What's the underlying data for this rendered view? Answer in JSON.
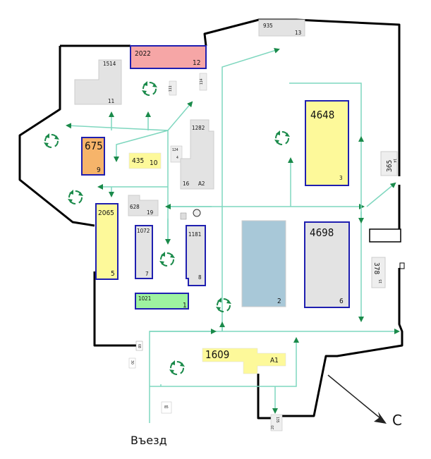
{
  "entry_label": "Въезд",
  "north_label": "С",
  "colors": {
    "boundary": "#000000",
    "route": "#7fd7bf",
    "route_arrow": "#1a8a4a",
    "blue_border": "#1f1fb0",
    "yellow": "#fdf99a",
    "red": "#f6a6a6",
    "orange": "#f6b46a",
    "green": "#9ef2a0",
    "gray": "#e3e3e3",
    "water": "#a8c8d8"
  },
  "buildings": {
    "b12": {
      "area": "2022",
      "number": "12"
    },
    "b11": {
      "area": "1514",
      "number": "11"
    },
    "b13": {
      "area": "935",
      "number": "13"
    },
    "b9": {
      "area": "675",
      "number": "9"
    },
    "b10": {
      "area": "435",
      "number": "10"
    },
    "bA2": {
      "area": "1282",
      "number": "16",
      "letter": "A2"
    },
    "b3": {
      "area": "4648",
      "number": "3"
    },
    "b14": {
      "area": "365",
      "number": "14"
    },
    "b5": {
      "area": "2065",
      "number": "5"
    },
    "b19": {
      "area": "628",
      "number": "19"
    },
    "b7": {
      "area": "1072",
      "number": "7"
    },
    "b8": {
      "area": "1181",
      "number": "8"
    },
    "b6": {
      "area": "4698",
      "number": "6"
    },
    "b15": {
      "area": "378",
      "number": "15"
    },
    "b2": {
      "number": "2"
    },
    "b1": {
      "area": "1021",
      "number": "1"
    },
    "bA1": {
      "area": "1609",
      "letter": "A1"
    },
    "b20": {
      "area": "135",
      "number": "20"
    }
  },
  "small_labels": {
    "s111": "111",
    "s114": "114",
    "s124": {
      "area": "124",
      "number": "4"
    },
    "s68": "68",
    "s30": "30",
    "s85": "85"
  }
}
